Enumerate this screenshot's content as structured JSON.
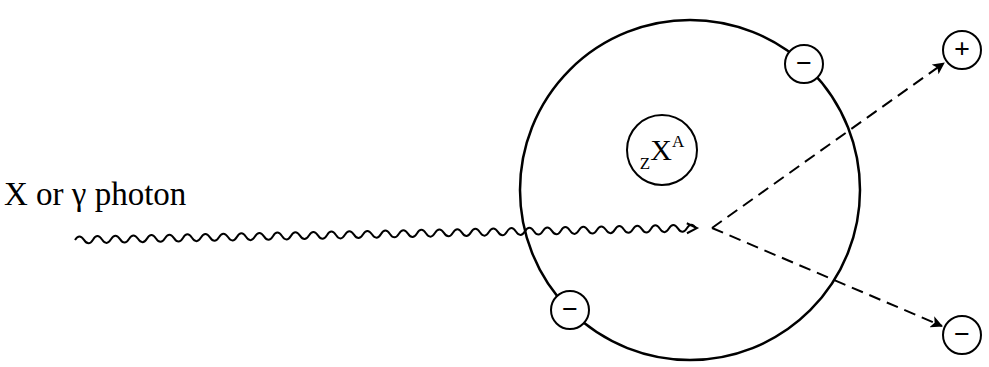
{
  "diagram": {
    "nodes": [
      {
        "text": [
          "Z",
          "X",
          "A"
        ]
      },
      {
        "text": [
          "−"
        ]
      },
      {
        "text": [
          "−"
        ]
      },
      {
        "text": [
          "+"
        ]
      },
      {
        "text": [
          "−"
        ]
      }
    ],
    "labels": [
      "X or γ photon"
    ]
  }
}
